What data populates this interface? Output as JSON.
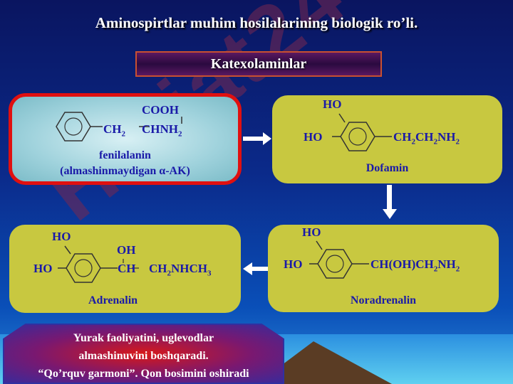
{
  "title": "Aminospirtlar muhim  hosilalarining biologik ro’li.",
  "subtitle": "Katexolaminlar",
  "watermark": "Hujjat24",
  "phenylalanine": {
    "cooh": "COOH",
    "ch2": "CH",
    "chnh2": "CHNH",
    "name": "fenilalanin",
    "note": "(almashinmaydigan α-AK)"
  },
  "dopamine": {
    "ho_top": "HO",
    "ho_left": "HO",
    "chain": "CH",
    "chain2": "CH",
    "nh2": "NH",
    "name": "Dofamin"
  },
  "noradrenaline": {
    "ho_top": "HO",
    "ho_left": "HO",
    "chain": "CH(OH)CH",
    "nh2": "NH",
    "name": "Noradrenalin"
  },
  "adrenaline": {
    "ho_top": "HO",
    "oh": "OH",
    "ho_left": "HO",
    "ch": "CH",
    "ch2": "CH",
    "nhch3": "NHCH",
    "name": "Adrenalin"
  },
  "info": {
    "line1": "Yurak faoliyatini, uglevodlar",
    "line2": "almashinuvini boshqaradi.",
    "line3": "“Qo’rquv garmoni”. Qon bosimini oshiradi"
  }
}
